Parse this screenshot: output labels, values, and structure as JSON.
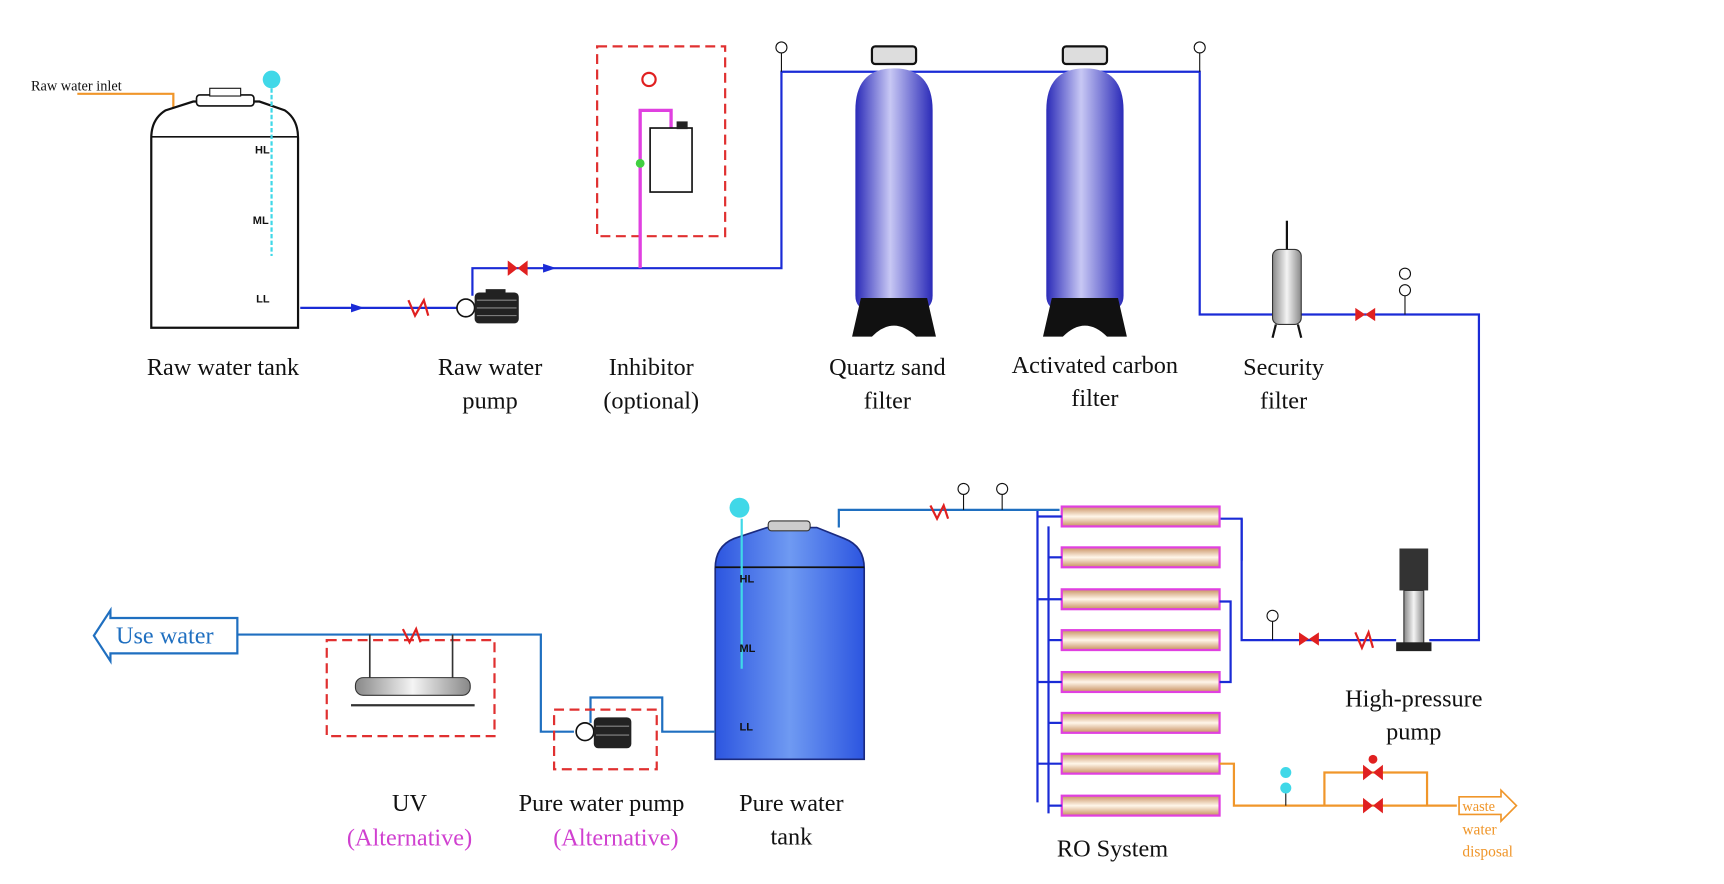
{
  "colors": {
    "water_pipe": "#1a2bd6",
    "pure_pipe": "#1f6fc0",
    "inhibitor_line": "#e040e0",
    "concentrate": "#f0962a",
    "valve": "#e02020",
    "optional_box": "#e03030",
    "alternative_text": "#d040d0",
    "waste_text": "#f0962a",
    "level_gauge": "#40d8e8"
  },
  "inlet": {
    "label": "Raw water inlet"
  },
  "level_labels": {
    "high": "HL",
    "mid": "ML",
    "low": "LL"
  },
  "components": {
    "raw_tank": {
      "line1": "Raw water tank"
    },
    "raw_pump": {
      "line1": "Raw water",
      "line2": "pump"
    },
    "inhibitor": {
      "line1": "Inhibitor",
      "line2": "(optional)"
    },
    "quartz": {
      "line1": "Quartz sand",
      "line2": "filter"
    },
    "carbon": {
      "line1": "Activated carbon",
      "line2": "filter"
    },
    "security": {
      "line1": "Security",
      "line2": "filter"
    },
    "hp_pump": {
      "line1": "High-pressure",
      "line2": "pump"
    },
    "ro": {
      "line1": "RO System"
    },
    "pure_tank": {
      "line1": "Pure water",
      "line2": "tank"
    },
    "pure_pump": {
      "line1": "Pure water pump",
      "line2": "(Alternative)"
    },
    "uv": {
      "line1": "UV",
      "line2": "(Alternative)"
    }
  },
  "outlets": {
    "use_water": "Use water",
    "waste_arrow": "waste",
    "waste_line1": "water",
    "waste_line2": "disposal"
  }
}
